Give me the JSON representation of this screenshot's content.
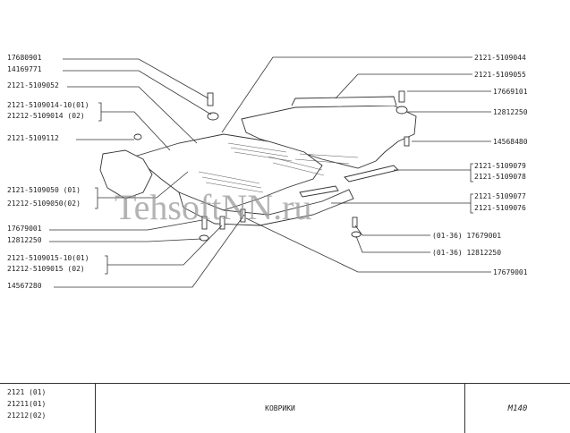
{
  "labels_left": [
    "17680901",
    "14169771",
    "2121-5109052",
    "2121-5109014-10(01)",
    "21212-5109014 (02)",
    "2121-5109112",
    "2121-5109050 (01)",
    "21212-5109050(02)",
    "17679001",
    "12812250",
    "2121-5109015-10(01)",
    "21212-5109015 (02)",
    "14567280"
  ],
  "labels_right": [
    "2121-5109044",
    "2121-5109055",
    "17669101",
    "12812250",
    "14568480",
    "2121-5109079",
    "2121-5109078",
    "2121-5109077",
    "2121-5109076",
    "(01-36) 17679001",
    "(01-36) 12812250",
    "17679001"
  ],
  "watermark": "TehsoftNN.ru",
  "title_block": {
    "models": [
      "2121 (01)",
      "21211(01)",
      "21212(02)"
    ],
    "title": "КОВРИКИ",
    "code": "М140"
  }
}
